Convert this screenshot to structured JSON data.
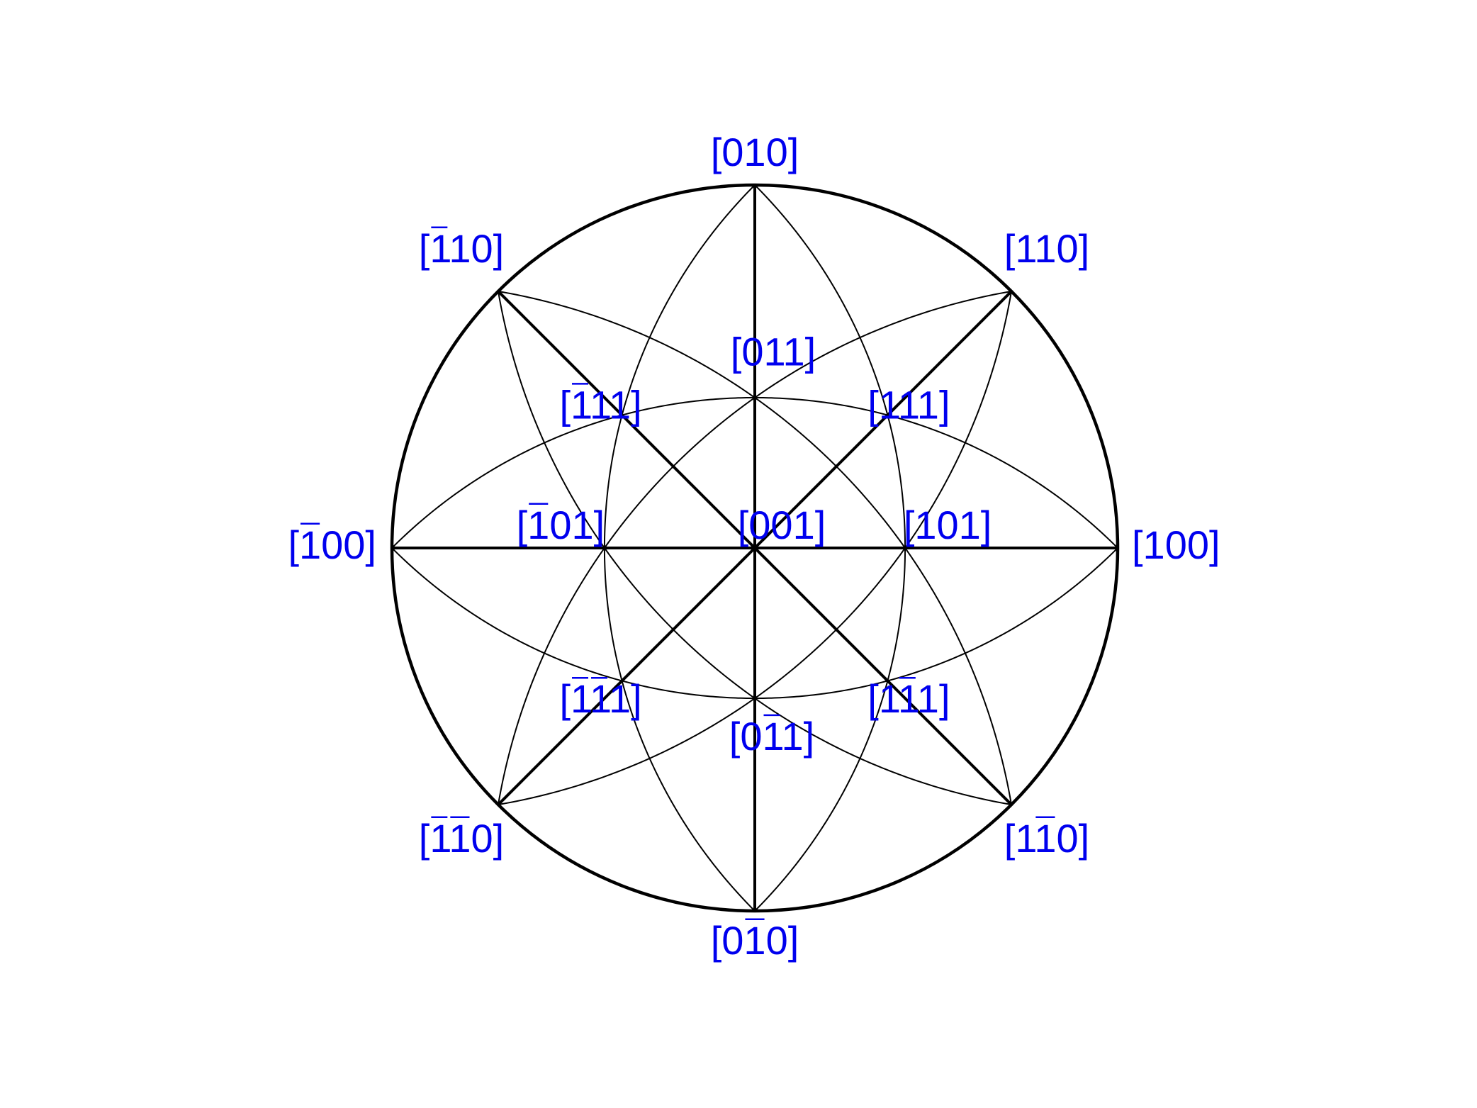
{
  "projection": {
    "type": "stereographic",
    "zone_axis": "001",
    "line_color": "#000000",
    "label_color": "#0000ee",
    "overline_meaning": "negative index"
  },
  "poles": [
    {
      "id": "p100",
      "label": "[100]",
      "dir": [
        1,
        0,
        0
      ],
      "bar": [
        false,
        false,
        false
      ]
    },
    {
      "id": "pm100",
      "label": "[100]",
      "dir": [
        -1,
        0,
        0
      ],
      "bar": [
        true,
        false,
        false
      ]
    },
    {
      "id": "p010",
      "label": "[010]",
      "dir": [
        0,
        1,
        0
      ],
      "bar": [
        false,
        false,
        false
      ]
    },
    {
      "id": "p0m10",
      "label": "[010]",
      "dir": [
        0,
        -1,
        0
      ],
      "bar": [
        false,
        true,
        false
      ]
    },
    {
      "id": "p110",
      "label": "[110]",
      "dir": [
        1,
        1,
        0
      ],
      "bar": [
        false,
        false,
        false
      ]
    },
    {
      "id": "pm110",
      "label": "[110]",
      "dir": [
        -1,
        1,
        0
      ],
      "bar": [
        true,
        false,
        false
      ]
    },
    {
      "id": "pm1m10",
      "label": "[110]",
      "dir": [
        -1,
        -1,
        0
      ],
      "bar": [
        true,
        true,
        false
      ]
    },
    {
      "id": "p1m10",
      "label": "[110]",
      "dir": [
        1,
        -1,
        0
      ],
      "bar": [
        false,
        true,
        false
      ]
    },
    {
      "id": "p001",
      "label": "[001]",
      "dir": [
        0,
        0,
        1
      ],
      "bar": [
        false,
        false,
        false
      ]
    },
    {
      "id": "p101",
      "label": "[101]",
      "dir": [
        1,
        0,
        1
      ],
      "bar": [
        false,
        false,
        false
      ]
    },
    {
      "id": "pm101",
      "label": "[101]",
      "dir": [
        -1,
        0,
        1
      ],
      "bar": [
        true,
        false,
        false
      ]
    },
    {
      "id": "p011",
      "label": "[011]",
      "dir": [
        0,
        1,
        1
      ],
      "bar": [
        false,
        false,
        false
      ]
    },
    {
      "id": "p0m11",
      "label": "[011]",
      "dir": [
        0,
        -1,
        1
      ],
      "bar": [
        false,
        true,
        false
      ]
    },
    {
      "id": "p111",
      "label": "[111]",
      "dir": [
        1,
        1,
        1
      ],
      "bar": [
        false,
        false,
        false
      ]
    },
    {
      "id": "pm111",
      "label": "[111]",
      "dir": [
        -1,
        1,
        1
      ],
      "bar": [
        true,
        false,
        false
      ]
    },
    {
      "id": "pm1m11",
      "label": "[111]",
      "dir": [
        -1,
        -1,
        1
      ],
      "bar": [
        true,
        true,
        false
      ]
    },
    {
      "id": "p1m11",
      "label": "[111]",
      "dir": [
        1,
        -1,
        1
      ],
      "bar": [
        false,
        true,
        false
      ]
    }
  ],
  "great_circles": [
    {
      "name": "diameter-100",
      "normal": [
        0,
        1,
        0
      ]
    },
    {
      "name": "diameter-010",
      "normal": [
        1,
        0,
        0
      ]
    },
    {
      "name": "diameter-110",
      "normal": [
        1,
        -1,
        0
      ]
    },
    {
      "name": "diameter-m110",
      "normal": [
        1,
        1,
        0
      ]
    },
    {
      "name": "arc-n011",
      "normal": [
        0,
        1,
        1
      ]
    },
    {
      "name": "arc-n0m11",
      "normal": [
        0,
        -1,
        1
      ]
    },
    {
      "name": "arc-n101",
      "normal": [
        1,
        0,
        1
      ]
    },
    {
      "name": "arc-nm101",
      "normal": [
        -1,
        0,
        1
      ]
    },
    {
      "name": "arc-n111",
      "normal": [
        1,
        1,
        1
      ]
    },
    {
      "name": "arc-nm111",
      "normal": [
        -1,
        1,
        1
      ]
    },
    {
      "name": "arc-nm1m11",
      "normal": [
        -1,
        -1,
        1
      ]
    },
    {
      "name": "arc-n1m11",
      "normal": [
        1,
        -1,
        1
      ]
    }
  ]
}
